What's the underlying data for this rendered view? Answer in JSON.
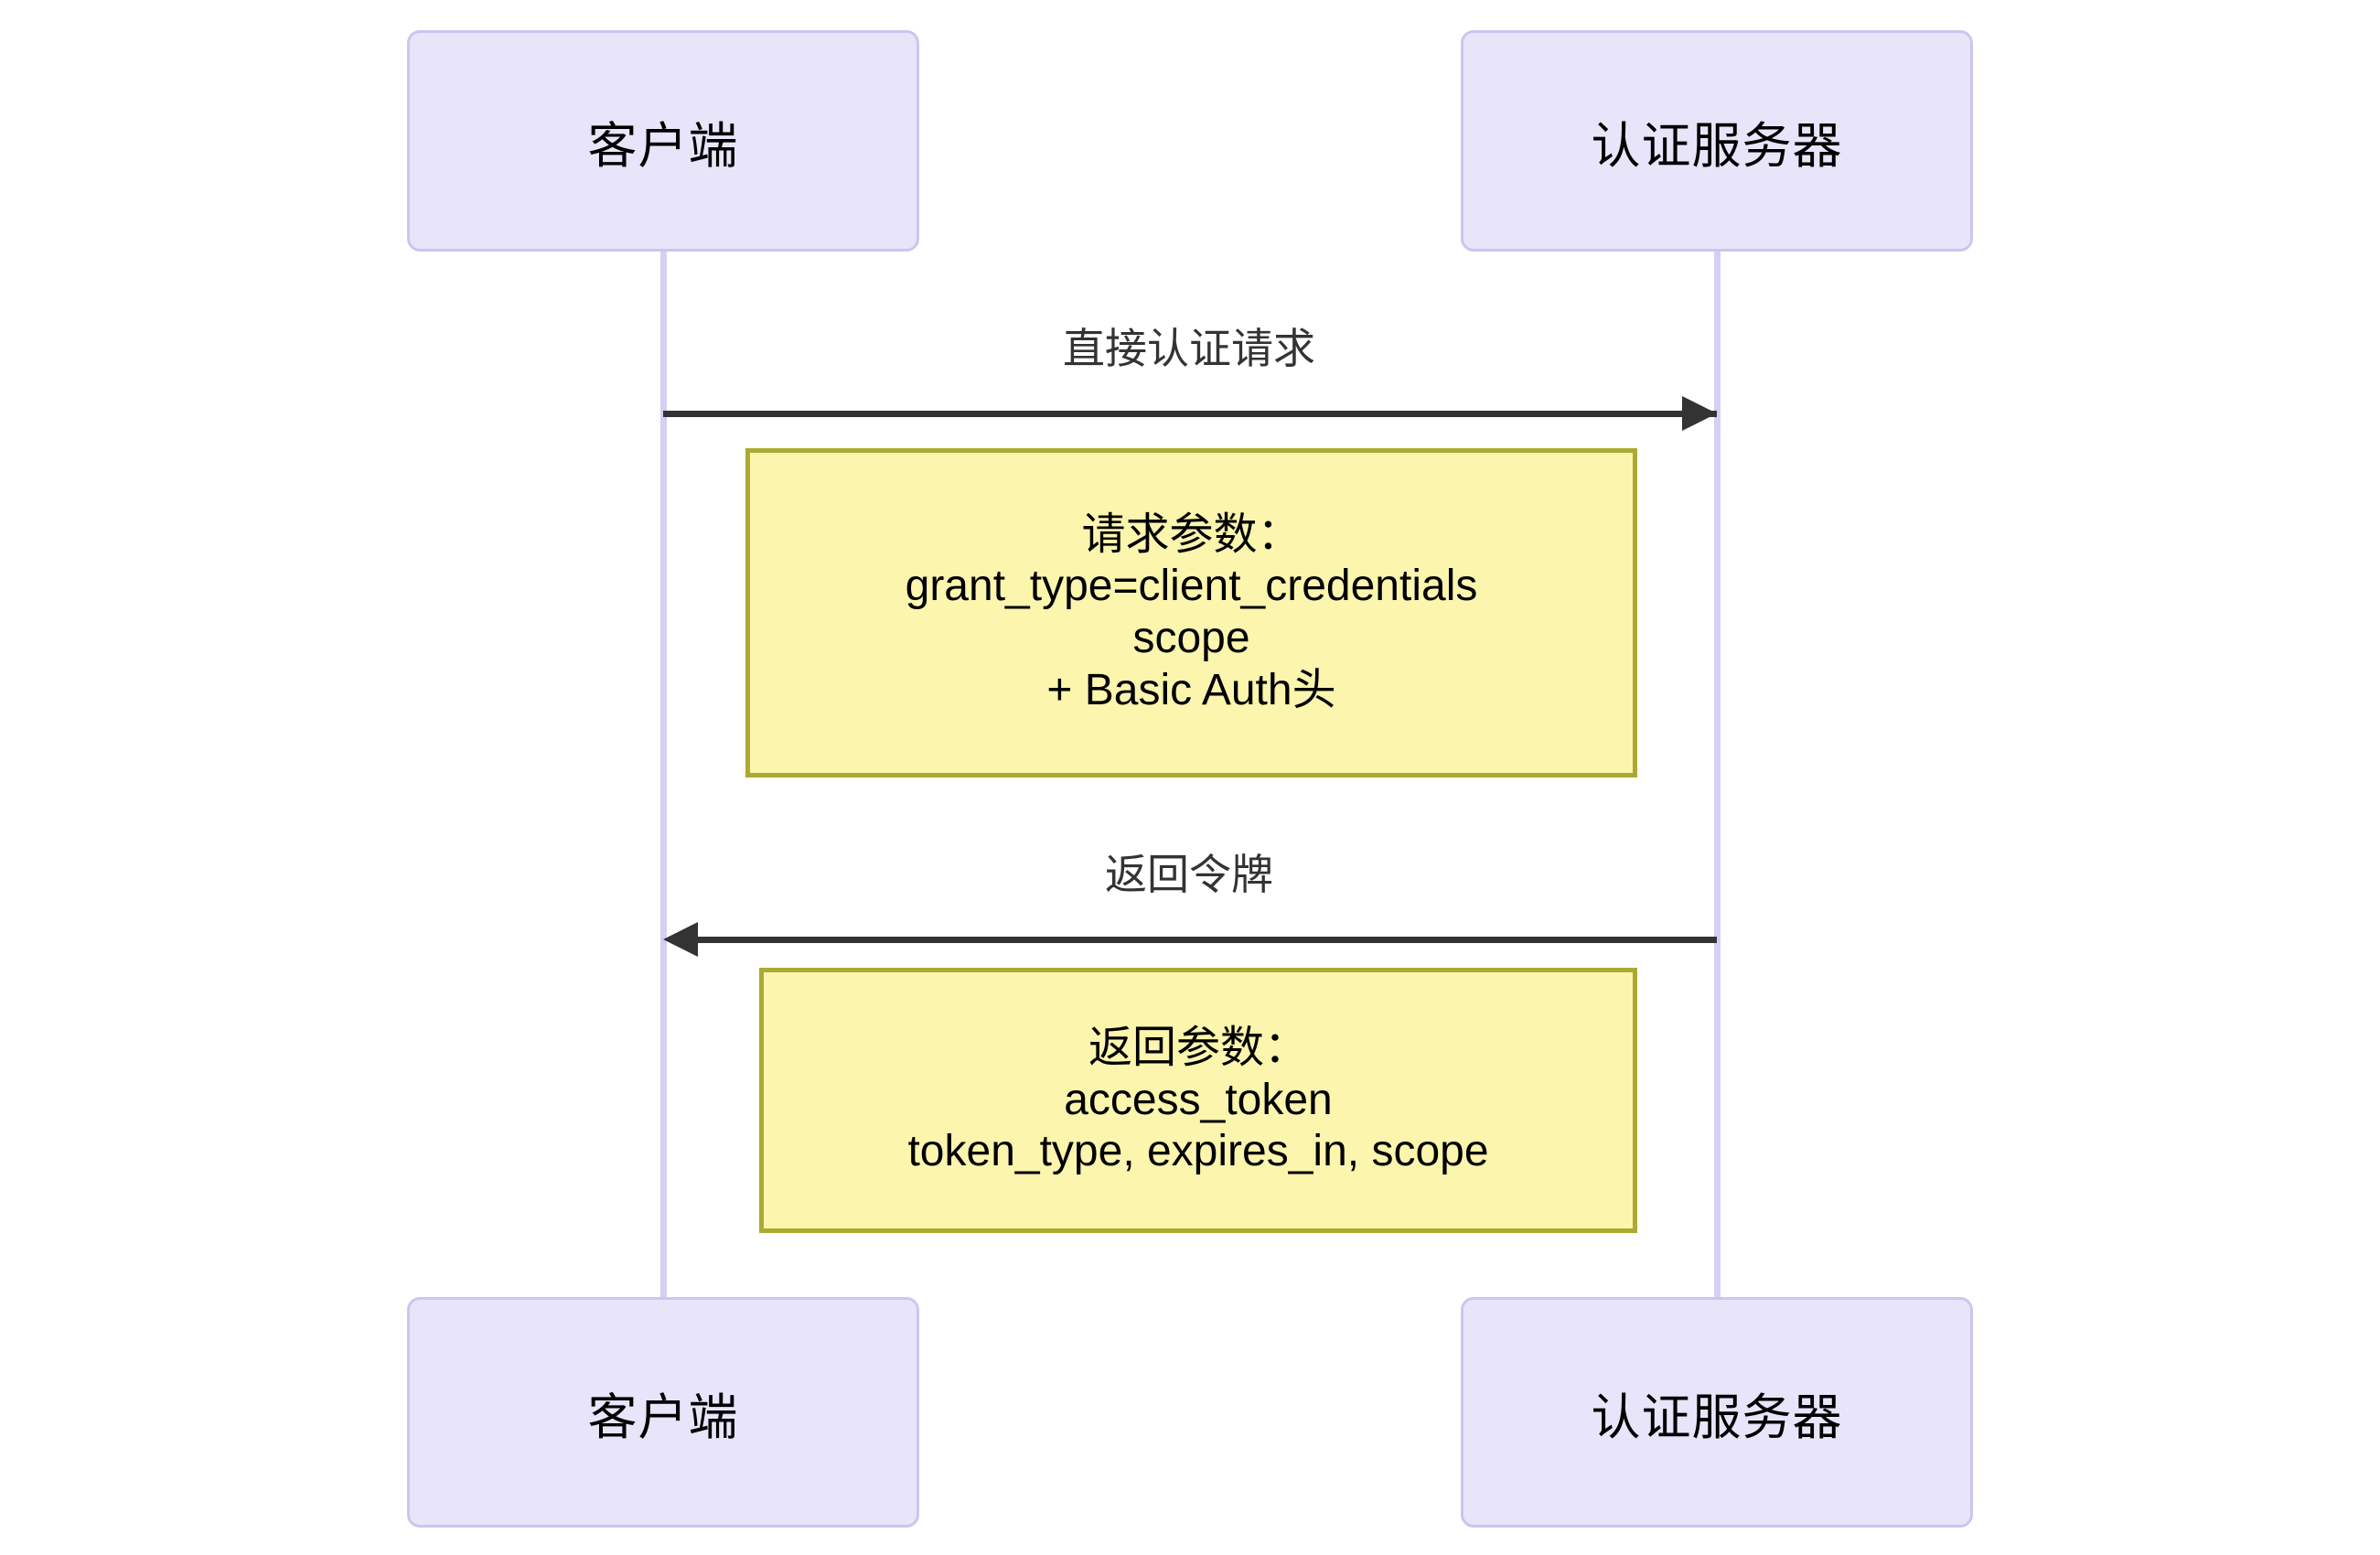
{
  "diagram": {
    "type": "sequence-diagram",
    "background": "#ffffff",
    "colors": {
      "participant_fill": "#E8E5FA",
      "participant_border": "#CDC5EE",
      "lifeline": "#D6CEF3",
      "arrow": "#333333",
      "note_fill": "#FCF5AD",
      "note_border": "#AAAA33",
      "text": "#000000"
    },
    "participants": [
      {
        "id": "client",
        "label": "客户端"
      },
      {
        "id": "auth_server",
        "label": "认证服务器"
      }
    ],
    "participants_bottom": [
      {
        "id": "client_bottom",
        "label": "客户端"
      },
      {
        "id": "auth_server_bottom",
        "label": "认证服务器"
      }
    ],
    "messages": [
      {
        "id": "msg-request",
        "label": "直接认证请求",
        "from": "client",
        "to": "auth_server",
        "direction": "right",
        "style": "solid"
      },
      {
        "id": "msg-response",
        "label": "返回令牌",
        "from": "auth_server",
        "to": "client",
        "direction": "left",
        "style": "solid"
      }
    ],
    "notes": [
      {
        "id": "note-request-params",
        "lines": [
          "请求参数：",
          "grant_type=client_credentials",
          "scope",
          "+ Basic Auth头"
        ]
      },
      {
        "id": "note-response-params",
        "lines": [
          "返回参数：",
          "access_token",
          "token_type, expires_in, scope"
        ]
      }
    ]
  }
}
